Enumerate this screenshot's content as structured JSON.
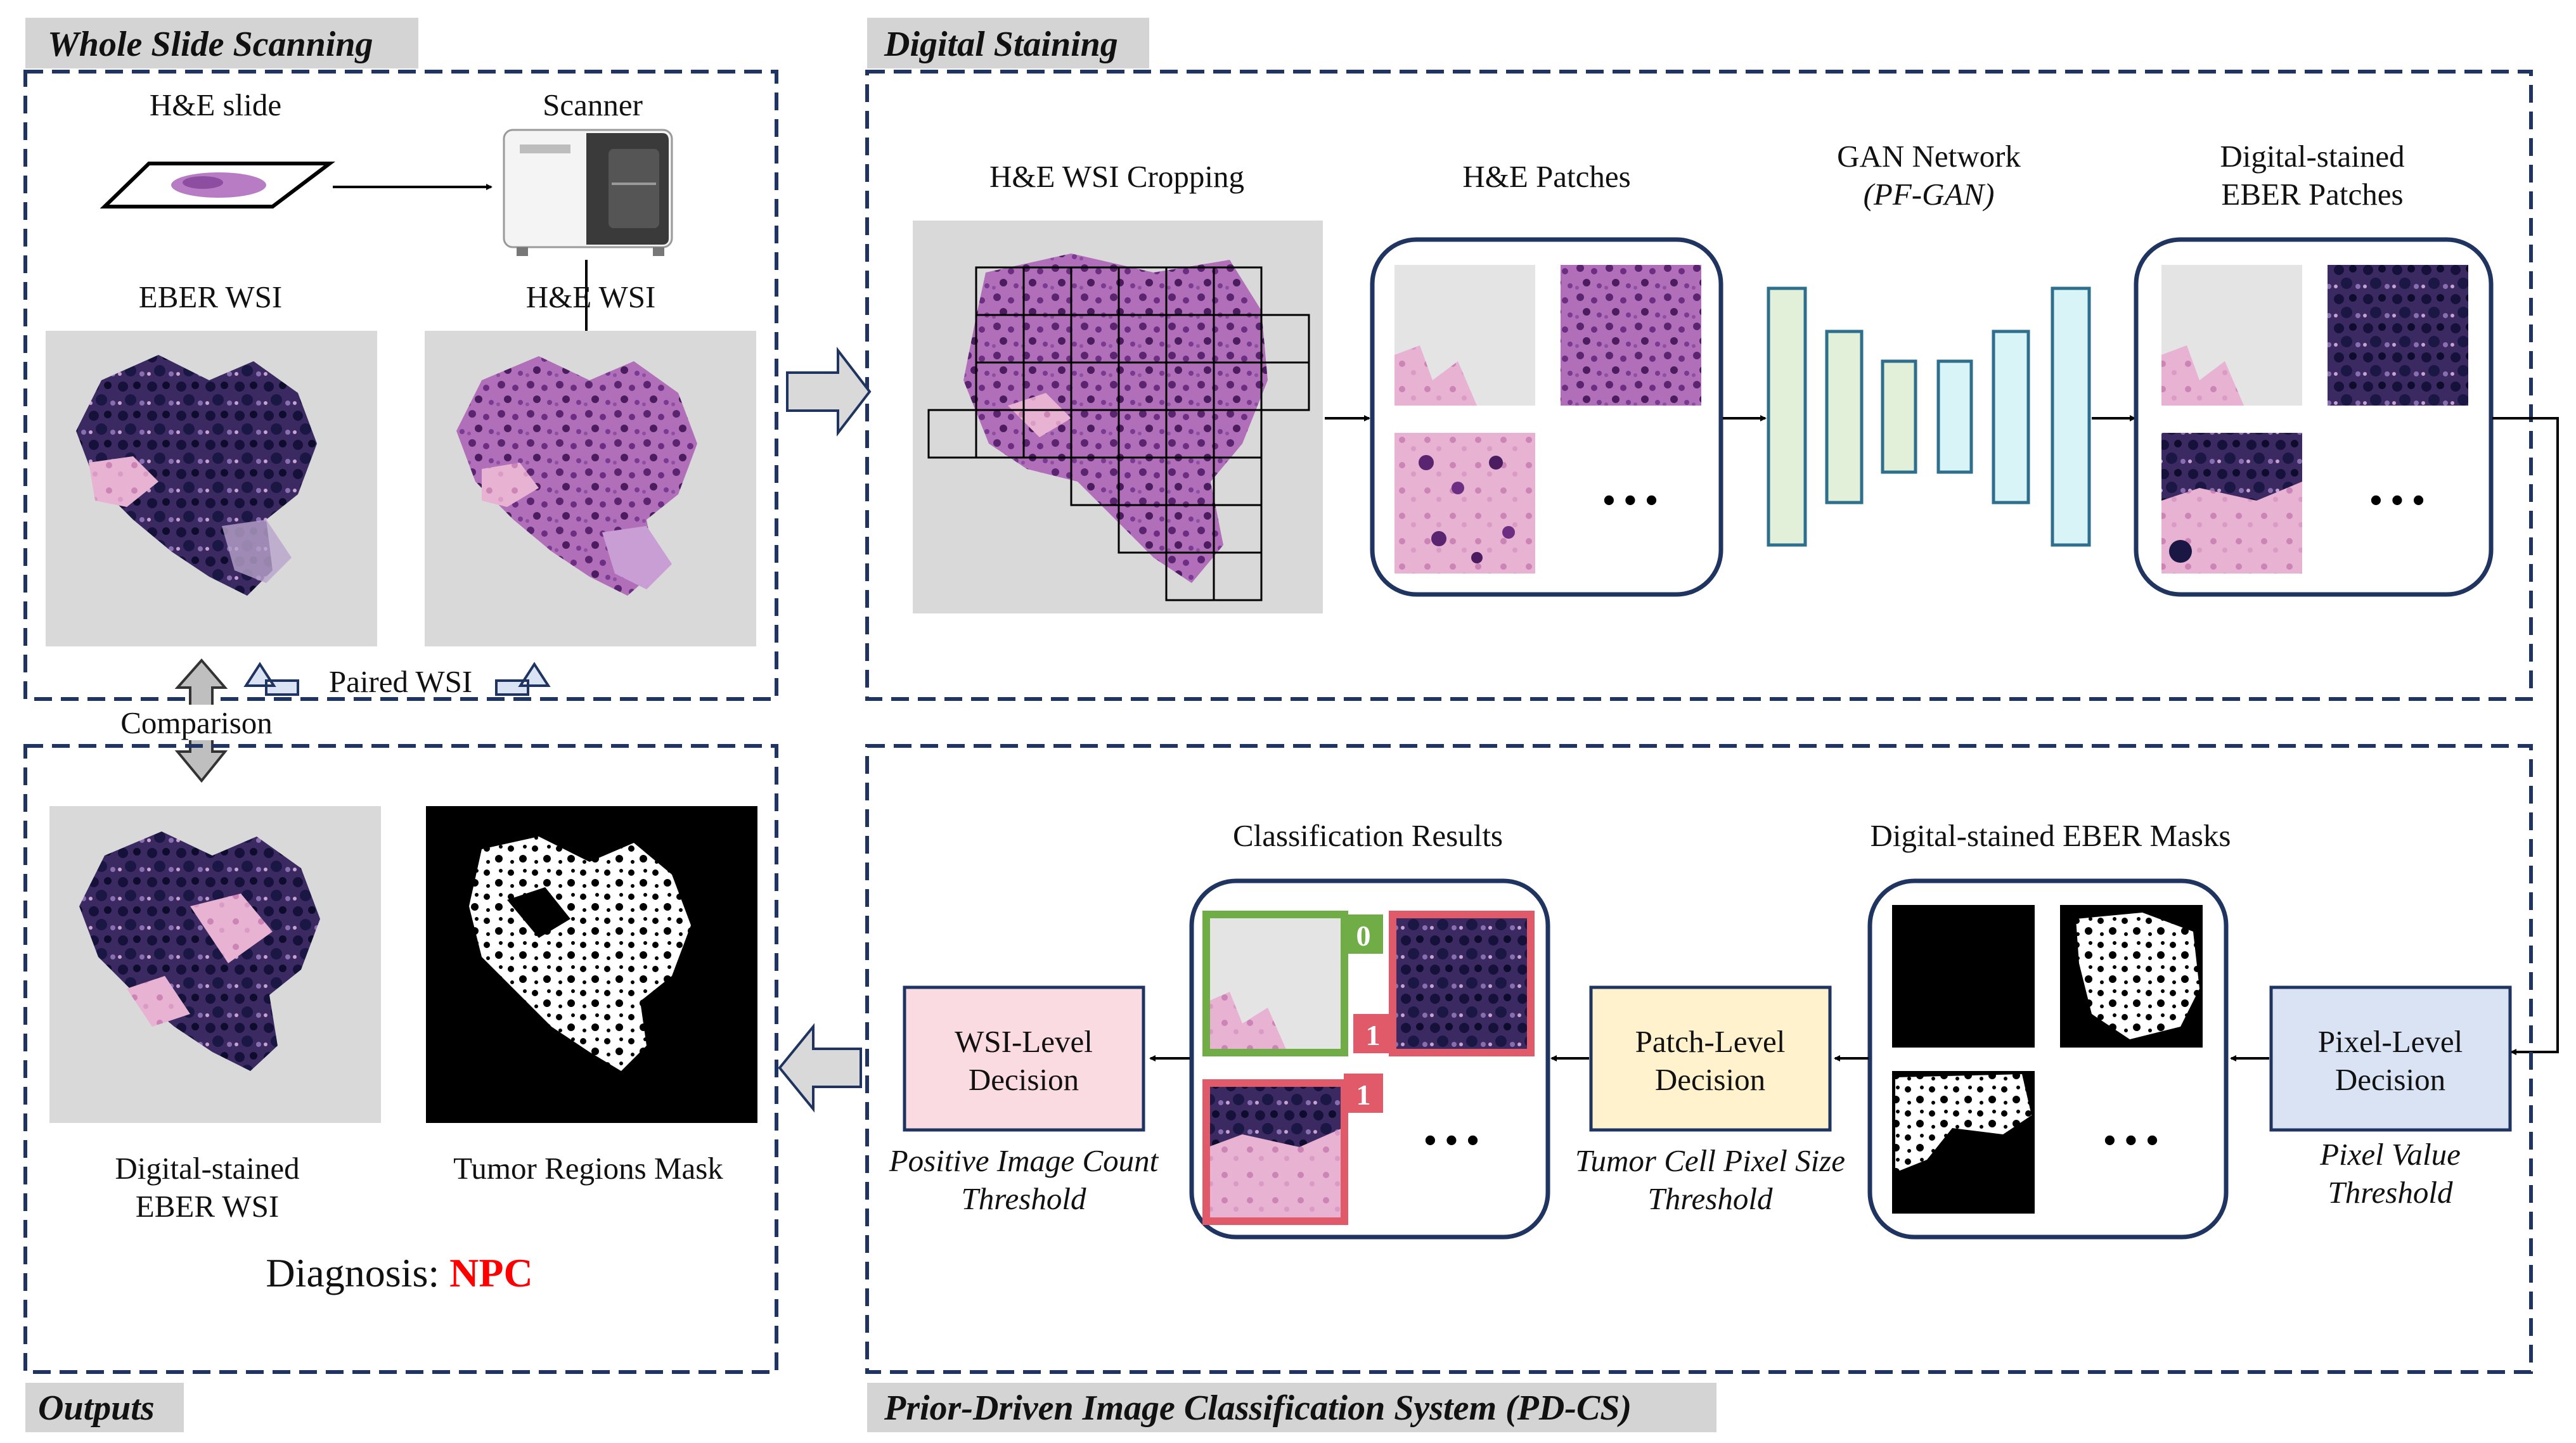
{
  "sections": {
    "whole_slide_scanning": "Whole Slide Scanning",
    "digital_staining": "Digital Staining",
    "outputs": "Outputs",
    "pdcs": "Prior-Driven Image Classification System (PD-CS)"
  },
  "wss": {
    "he_slide": "H&E slide",
    "scanner": "Scanner",
    "eber_wsi": "EBER WSI",
    "he_wsi": "H&E WSI",
    "paired_wsi": "Paired WSI",
    "comparison": "Comparison"
  },
  "staining": {
    "cropping": "H&E WSI Cropping",
    "he_patches": "H&E Patches",
    "gan_line1": "GAN Network",
    "gan_line2": "(PF-GAN)",
    "stained_line1": "Digital-stained",
    "stained_line2": "EBER Patches",
    "ellipsis": "• • •"
  },
  "pdcs": {
    "masks_title": "Digital-stained EBER Masks",
    "results_title": "Classification Results",
    "pixel_level_line1": "Pixel-Level",
    "pixel_level_line2": "Decision",
    "patch_level_line1": "Patch-Level",
    "patch_level_line2": "Decision",
    "wsi_level_line1": "WSI-Level",
    "wsi_level_line2": "Decision",
    "pixel_threshold_line1": "Pixel Value",
    "pixel_threshold_line2": "Threshold",
    "tumor_threshold_line1": "Tumor Cell Pixel Size",
    "tumor_threshold_line2": "Threshold",
    "count_threshold_line1": "Positive Image Count",
    "count_threshold_line2": "Threshold",
    "badge_negative": "0",
    "badge_positive_1": "1",
    "badge_positive_2": "1",
    "ellipsis": "• • •"
  },
  "outputs": {
    "stained_line1": "Digital-stained",
    "stained_line2": "EBER WSI",
    "tumor_mask": "Tumor Regions Mask",
    "diagnosis_label": "Diagnosis: ",
    "diagnosis_value": "NPC"
  },
  "colors": {
    "frame": "#1f3460",
    "title_bg": "#d4d4d4",
    "gan_green": "#e2f0d9",
    "gan_cyan": "#d9f4f6",
    "gan_stroke": "#2e6f8e",
    "pixel_box": "#dae3f3",
    "patch_box": "#fff2cc",
    "wsi_box": "#fadbe2",
    "neg_green": "#70ad47",
    "pos_red": "#e05a6a",
    "diagnosis_red": "#ff0000"
  }
}
